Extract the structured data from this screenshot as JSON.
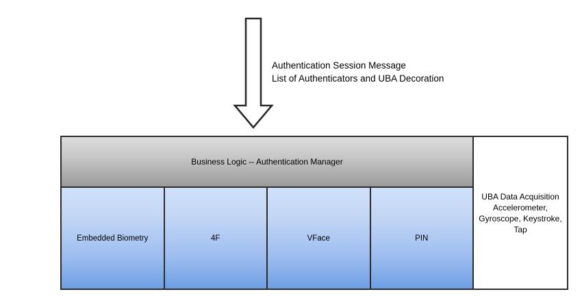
{
  "diagram": {
    "arrow": {
      "name": "downward-arrow",
      "direction": "down",
      "color": "#2b2b2b",
      "fill": "#ffffff"
    },
    "annotation": {
      "lines": [
        "Authentication Session Message",
        "List of Authenticators and UBA Decoration"
      ]
    },
    "business_logic": {
      "label": "Business Logic -- Authentication Manager",
      "gradient_from": "#dcdcdc",
      "gradient_to": "#9b9b9b"
    },
    "authenticators": [
      {
        "label": "Embedded Biometry"
      },
      {
        "label": "4F"
      },
      {
        "label": "VFace"
      },
      {
        "label": "PIN"
      }
    ],
    "authenticator_gradient_from": "#cfe0f9",
    "authenticator_gradient_to": "#6f9fe4",
    "uba_column": {
      "lines": [
        "UBA Data Acquisition",
        "Accelerometer,",
        "Gyroscope, Keystroke,",
        "Tap"
      ],
      "background": "#ffffff"
    },
    "border_color": "#2b2b2b"
  }
}
